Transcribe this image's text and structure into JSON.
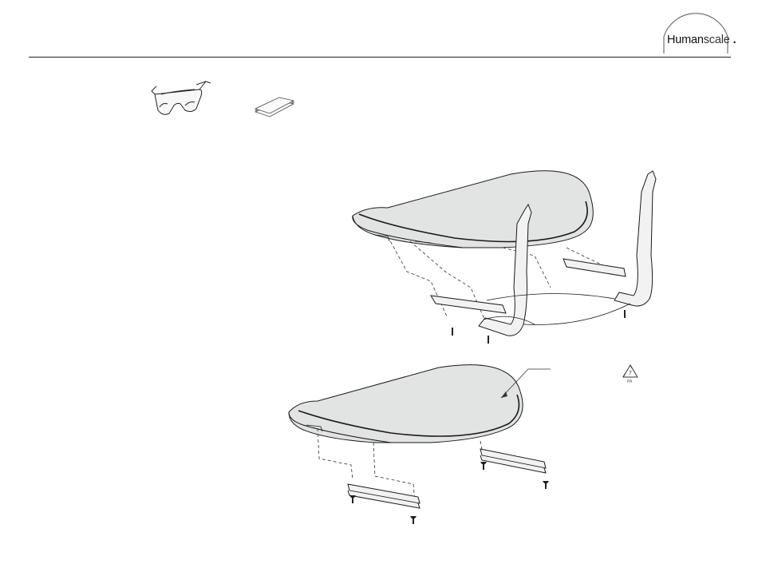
{
  "header": {
    "brand_bold": "Human",
    "brand_light": "scale",
    "brand_dot": "."
  },
  "tools": {
    "items": [
      {
        "icon": "safety-glasses-icon"
      },
      {
        "icon": "paper-sheets-icon"
      }
    ]
  },
  "recycle": {
    "icon": "recycle-icon",
    "code": "7",
    "label": "PA"
  },
  "colors": {
    "seat_fill": "#e2e3e3",
    "seat_edge": "#cfd0d0",
    "line": "#1a1a1a"
  }
}
